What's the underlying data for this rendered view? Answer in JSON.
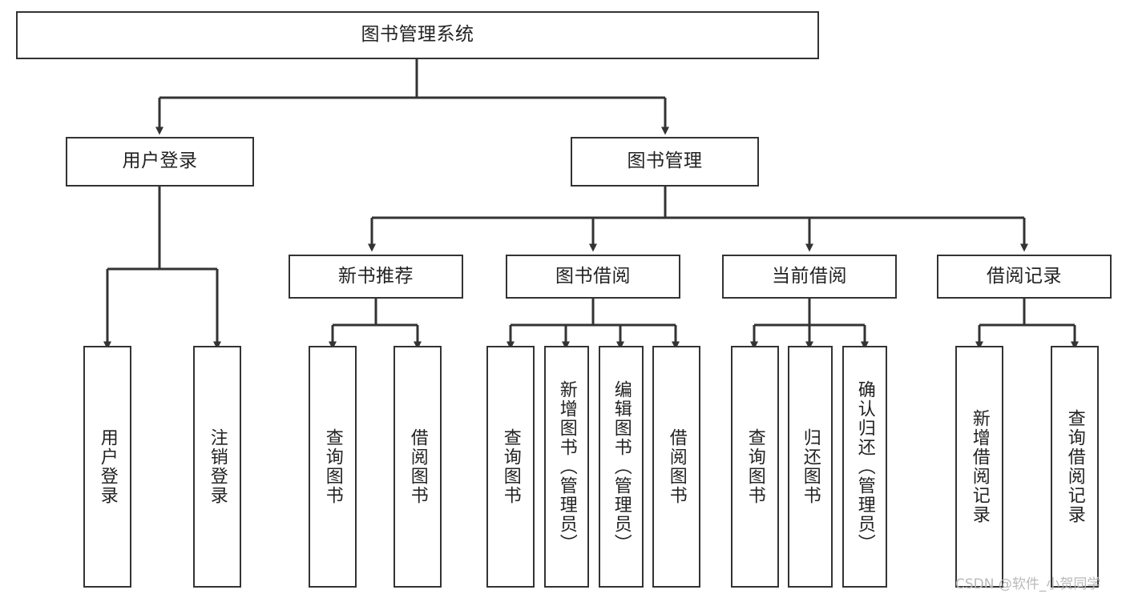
{
  "diagram": {
    "title": "图书管理系统",
    "type": "hierarchy-tree",
    "watermark": "CSDN @软件_小贺同学",
    "colors": {
      "background": "#ffffff",
      "box_border": "#333333",
      "box_fill": "#ffffff",
      "connector": "#333333",
      "text": "#222222",
      "watermark": "#b9b9b9"
    },
    "root": {
      "label": "图书管理系统"
    },
    "level2": [
      {
        "label": "用户登录"
      },
      {
        "label": "图书管理"
      }
    ],
    "level3": [
      {
        "label": "新书推荐"
      },
      {
        "label": "图书借阅"
      },
      {
        "label": "当前借阅"
      },
      {
        "label": "借阅记录"
      }
    ],
    "leaves": {
      "user_login": [
        {
          "label": "用户登录"
        },
        {
          "label": "注销登录"
        }
      ],
      "new_book_recommend": [
        {
          "label": "查询图书"
        },
        {
          "label": "借阅图书"
        }
      ],
      "book_borrow": [
        {
          "label": "查询图书"
        },
        {
          "label": "新增图书（管理员）"
        },
        {
          "label": "编辑图书（管理员）"
        },
        {
          "label": "借阅图书"
        }
      ],
      "current_borrow": [
        {
          "label": "查询图书"
        },
        {
          "label": "归还图书"
        },
        {
          "label": "确认归还（管理员）"
        }
      ],
      "borrow_record": [
        {
          "label": "新增借阅记录"
        },
        {
          "label": "查询借阅记录"
        }
      ]
    }
  }
}
